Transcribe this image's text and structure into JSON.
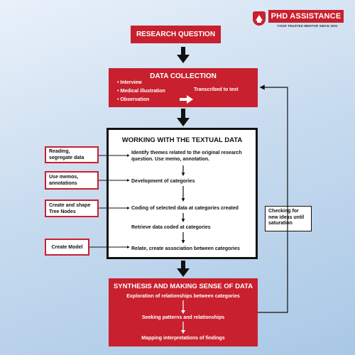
{
  "logo": {
    "brand": "PHD ASSISTANCE",
    "tagline": "YOUR TRUSTED MENTOR SINCE 2001"
  },
  "research_question": "RESEARCH QUESTION",
  "data_collection": {
    "title": "DATA COLLECTION",
    "items": [
      "• Interview",
      "• Medical illustration",
      "• Observation"
    ],
    "transcribed": "Transcribed to text"
  },
  "working": {
    "title": "WORKING WITH THE TEXTUAL DATA",
    "steps": [
      "Identify themes related to the original research question. Use memo, annotation.",
      "Development of categories",
      "Coding of selected data at categories created",
      "Retrieve data coded at categories",
      "Relate, create association between categories"
    ]
  },
  "side_boxes": [
    "Reading, segregate data",
    "Use memos, annotations",
    "Create and shape Tree Nodes",
    "Create Model"
  ],
  "feedback": "Checking for new ideas until saturation",
  "synthesis": {
    "title": "SYNTHESIS AND MAKING SENSE OF DATA",
    "steps": [
      "Exploration of relationships between categories",
      "Seeking patterns and relationships",
      "Mapping interpretations of findings"
    ]
  },
  "colors": {
    "accent": "#c8202e",
    "arrow": "#111111",
    "background": "#c9dcef"
  }
}
